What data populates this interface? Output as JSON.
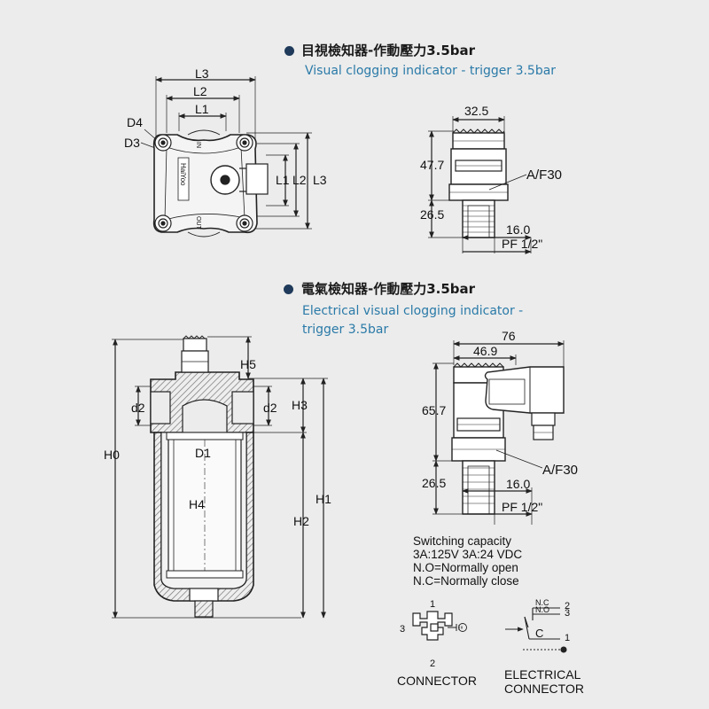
{
  "section_visual": {
    "title_zh": "目視檢知器-作動壓力3.5bar",
    "title_en": "Visual clogging indicator - trigger 3.5bar"
  },
  "section_electrical": {
    "title_zh": "電氣檢知器-作動壓力3.5bar",
    "title_en_line1": "Electrical visual clogging indicator -",
    "title_en_line2": "trigger 3.5bar"
  },
  "top_view": {
    "dim_l3": "L3",
    "dim_l2": "L2",
    "dim_l1": "L1",
    "dim_d4": "D4",
    "dim_d3": "D3",
    "side_l1": "L1",
    "side_l2": "L2",
    "side_l3": "L3",
    "port_in": "IN",
    "port_out": "OUT",
    "brand": "HaiYoo"
  },
  "visual_indicator": {
    "width": "32.5",
    "height": "47.7",
    "stem": "26.5",
    "af": "A/F30",
    "thread_dia": "16.0",
    "thread": "PF 1/2\""
  },
  "section_view": {
    "h0": "H0",
    "h1": "H1",
    "h2": "H2",
    "h3": "H3",
    "h4": "H4",
    "h5": "H5",
    "d1": "D1",
    "d2_left": "d2",
    "d2_right": "d2"
  },
  "electrical_indicator": {
    "width_total": "76",
    "width_body": "46.9",
    "height": "65.7",
    "af": "A/F30",
    "stem": "26.5",
    "thread_dia": "16.0",
    "thread": "PF 1/2\""
  },
  "notes": {
    "line1": "Switching capacity",
    "line2": "3A:125V   3A:24 VDC",
    "line3": "N.O=Normally open",
    "line4": "N.C=Normally close"
  },
  "connector": {
    "pin1": "1",
    "pin2": "2",
    "pin3": "3",
    "caption": "CONNECTOR"
  },
  "electrical_connector": {
    "nc": "N.C",
    "no": "N.O",
    "c": "C",
    "n2": "2",
    "n3": "3",
    "n1": "1",
    "caption_line1": "ELECTRICAL",
    "caption_line2": "CONNECTOR"
  }
}
